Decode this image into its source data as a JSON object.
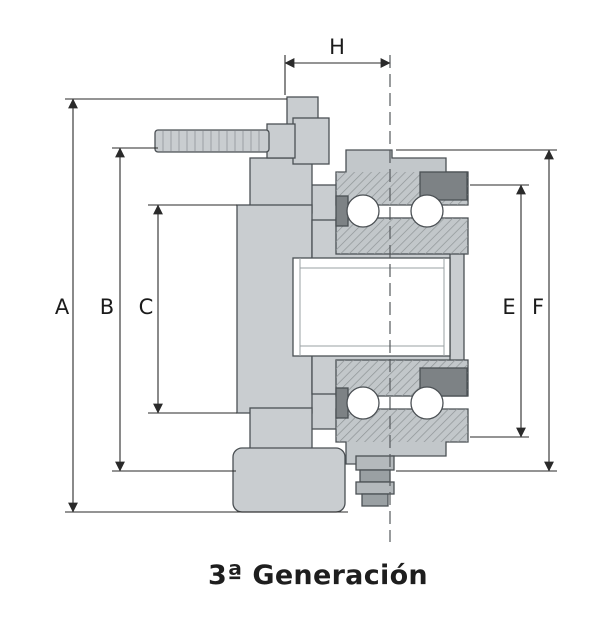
{
  "diagram": {
    "title": "3ª Generación",
    "labels": {
      "A": "A",
      "B": "B",
      "C": "C",
      "E": "E",
      "F": "F",
      "H": "H"
    },
    "colors": {
      "background": "#ffffff",
      "body": "#c9cdd0",
      "body_mid": "#b4b9bc",
      "body_shadow": "#9aa0a3",
      "accent_dark": "#7d8285",
      "outline": "#4b5054",
      "dimension_line": "#2a2a2a",
      "centerline": "#55595c",
      "title_text": "#1e1e1e"
    }
  }
}
